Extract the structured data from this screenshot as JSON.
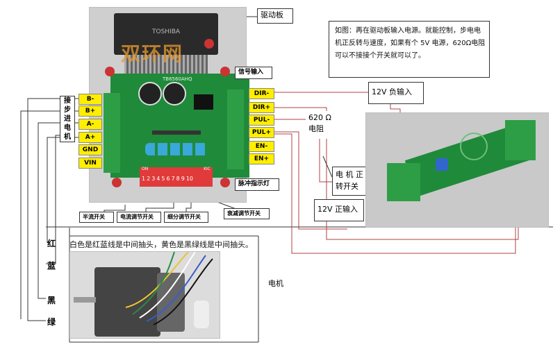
{
  "callouts": {
    "drive_board": "驱动板",
    "signal_input": "信号输入",
    "pulse_indicator": "脉冲指示灯",
    "half_current": "半流开关",
    "current_adjust": "电流调节开关",
    "microstep_adjust": "细分调节开关",
    "decay_adjust": "衰减调节开关",
    "neg_12v": "12V 负输入",
    "pos_12v": "12V 正输入",
    "resistor_620": "620 Ω\n电阻",
    "motor_switch": "电 机 正 反\n转开关",
    "motor": "电机"
  },
  "note": {
    "lines": [
      "如图：再在驱动板输入电源。就能控制，步电电",
      "机正反转与速度，如果有个 5V 电源，620Ω电阻",
      "可以不接接个开关就可以了。"
    ]
  },
  "left_terminals": [
    "B-",
    "B+",
    "A-",
    "A+",
    "GND",
    "VIN"
  ],
  "right_terminals": [
    "DIR-",
    "DIR+",
    "PUL-",
    "PUL+",
    "EN-",
    "EN+"
  ],
  "side_label_chars": [
    "接",
    "步",
    "进",
    "电",
    "机"
  ],
  "wire_labels": [
    "红",
    "蓝",
    "黑",
    "绿"
  ],
  "motor_caption": "白色是红蓝线是中间抽头，黄色是黑绿线是中间抽头。",
  "chip_text": "TOSHIBA",
  "watermark": "双环网",
  "board_text": "TB6560AHQ",
  "dip_labels": [
    "1",
    "2",
    "3",
    "4",
    "5",
    "6",
    "7",
    "8",
    "9",
    "10"
  ],
  "dip_on_label": "ON",
  "dip_kic_label": "KIC",
  "colors": {
    "board": "#1f8a3a",
    "terminal_green": "#2e9e46",
    "dip_red": "#e03a3a",
    "yellow": "#ffee00",
    "wire_red": "#b04040",
    "capacitor_blue": "#3aa8d8"
  }
}
